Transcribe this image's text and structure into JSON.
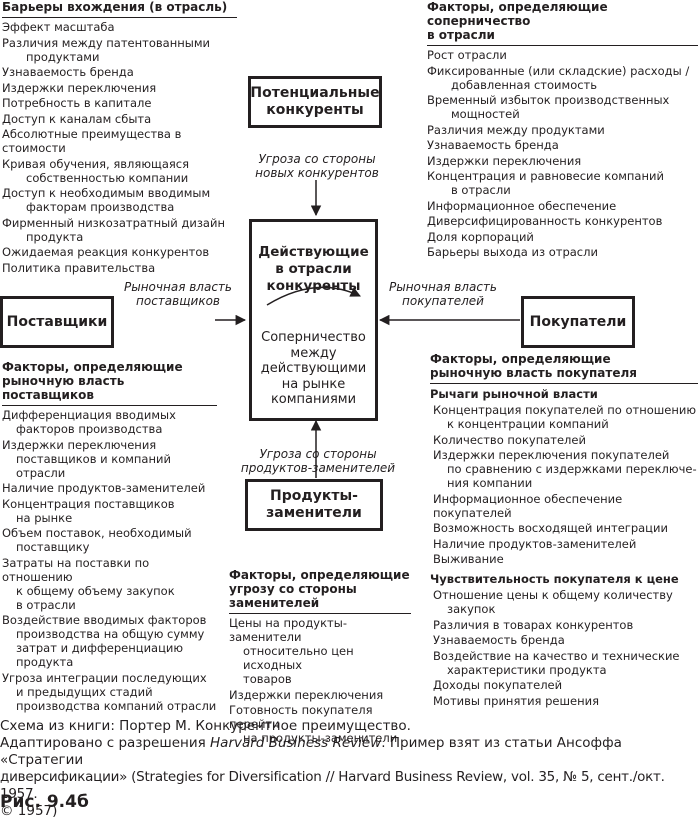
{
  "barriers": {
    "title": "Барьеры вхождения (в отрасль)",
    "items": [
      "Эффект масштаба",
      "Различия между патентованными",
      "продуктами",
      "Узнаваемость бренда",
      "Издержки переключения",
      "Потребность в капитале",
      "Доступ к каналам сбыта",
      "Абсолютные преимущества в стоимости",
      "Кривая обучения, являющаяся",
      "собственностью компании",
      "Доступ к необходимым вводимым",
      "факторам производства",
      "Фирменный низкозатратный дизайн",
      "продукта",
      "Ожидаемая реакция конкурентов",
      "Политика правительства"
    ]
  },
  "rivalry": {
    "title_line1": "Факторы, определяющие соперничество",
    "title_line2": "в отрасли",
    "items": [
      "Рост отрасли",
      "Фиксированные (или складские) расходы /",
      "добавленная стоимость",
      "Временный избыток производственных",
      "мощностей",
      "Различия между продуктами",
      "Узнаваемость бренда",
      "Издержки переключения",
      "Концентрация и равновесие компаний",
      "в отрасли",
      "Информационное обеспечение",
      "Диверсифицированность конкурентов",
      "Доля корпораций",
      "Барьеры выхода из отрасли"
    ]
  },
  "boxes": {
    "potential": "Потенциальные конкуренты",
    "suppliers": "Поставщики",
    "buyers": "Покупатели",
    "substitutes": "Продукты-заменители",
    "center_title": "Действующие в отрасли конкуренты",
    "center_sub": "Соперничество между действующими на рынке компаниями"
  },
  "arrow_labels": {
    "new_entrants_1": "Угроза со стороны",
    "new_entrants_2": "новых конкурентов",
    "supplier_power_1": "Рыночная власть",
    "supplier_power_2": "поставщиков",
    "buyer_power_1": "Рыночная власть",
    "buyer_power_2": "покупателей",
    "substitutes_1": "Угроза со стороны",
    "substitutes_2": "продуктов-заменителей"
  },
  "supplier_factors": {
    "title_line1": "Факторы, определяющие",
    "title_line2": "рыночную власть поставщиков",
    "items": [
      "Дифференциация вводимых",
      "факторов производства",
      "Издержки переключения",
      "поставщиков и компаний отрасли",
      "Наличие продуктов-заменителей",
      "Концентрация поставщиков",
      "на рынке",
      "Объем поставок, необходимый",
      "поставщику",
      "Затраты на поставки по отношению",
      "к общему объему закупок",
      "в отрасли",
      "Воздействие вводимых факторов",
      "производства на общую сумму",
      "затрат и дифференциацию",
      "продукта",
      "Угроза интеграции последующих",
      "и предыдущих стадий",
      "производства компаний отрасли"
    ]
  },
  "substitute_factors": {
    "title_line1": "Факторы, определяющие",
    "title_line2": "угрозу со стороны",
    "title_line3": "заменителей",
    "items": [
      "Цены на продукты-заменители",
      "относительно цен исходных",
      "товаров",
      "Издержки переключения",
      "Готовность покупателя перейти",
      "на продукты-заменители"
    ]
  },
  "buyer_factors": {
    "title_line1": "Факторы, определяющие",
    "title_line2": "рыночную власть покупателя",
    "leverage_title": "Рычаги рыночной власти",
    "leverage_items": [
      "Концентрация покупателей по отношению",
      "к концентрации компаний",
      "Количество покупателей",
      "Издержки переключения покупателей",
      "по сравнению с издержками переключе-",
      "ния компании",
      "Информационное обеспечение покупателей",
      "Возможность восходящей интеграции",
      "Наличие продуктов-заменителей",
      "Выживание"
    ],
    "price_title": "Чувствительность покупателя к цене",
    "price_items": [
      "Отношение цены к общему количеству",
      "закупок",
      "Различия в товарах конкурентов",
      "Узнаваемость бренда",
      "Воздействие на качество и технические",
      "характеристики продукта",
      "Доходы покупателей",
      "Мотивы принятия решения"
    ]
  },
  "caption": {
    "line1": "Схема из книги: Портер М. Конкурентное преимущество.",
    "line2_a": "Адаптировано с разрешения ",
    "line2_i": "Harvard Business Review",
    "line2_b": ". Пример взят из статьи Ансоффа «Стратегии",
    "line3": "диверсификации» (Strategies for Diversification // Harvard Business Review, vol. 35, № 5, сент./окт. 1957.",
    "line4": "© 1957)",
    "figure": "Рис. 9.4б"
  }
}
